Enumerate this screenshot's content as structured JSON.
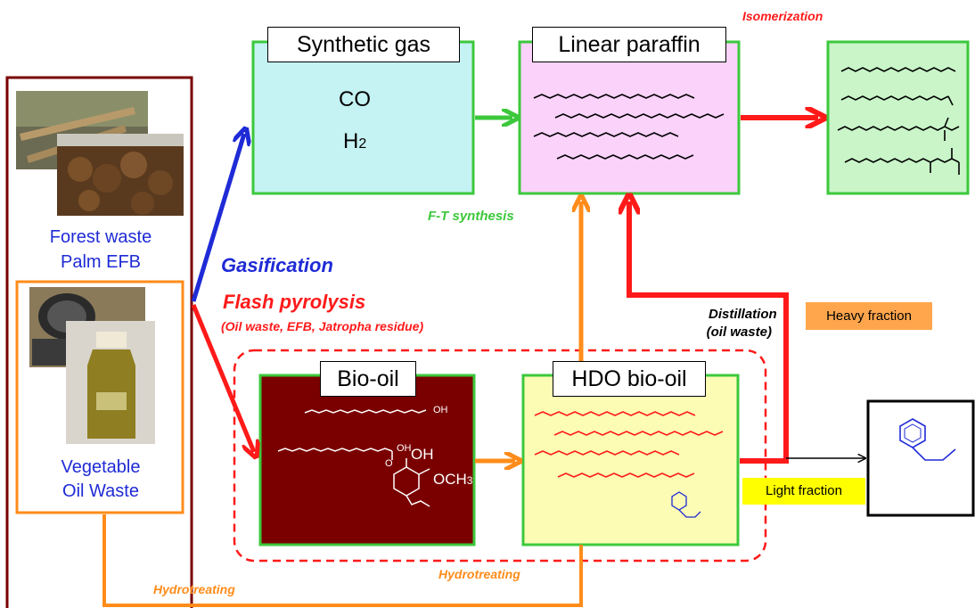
{
  "feedstock": {
    "forest_label_1": "Forest waste",
    "forest_label_2": "Palm EFB",
    "veg_label_1": "Vegetable",
    "veg_label_2": "Oil Waste"
  },
  "processes": {
    "gasification": "Gasification",
    "flash_pyrolysis": "Flash pyrolysis",
    "flash_pyrolysis_note": "(Oil waste, EFB, Jatropha residue)",
    "ft_synthesis": "F-T synthesis",
    "isomerization": "Isomerization",
    "distillation_1": "Distillation",
    "distillation_2": "(oil waste)",
    "hydrotreating_bottom": "Hydrotreating",
    "hydrotreating_middle": "Hydrotreating"
  },
  "boxes": {
    "synthetic_gas": {
      "title": "Synthetic gas",
      "line1": "CO",
      "line2_base": "H",
      "line2_sub": "2"
    },
    "linear_paraffin": {
      "title": "Linear paraffin"
    },
    "bio_oil": {
      "title": "Bio-oil",
      "oh_top": "OH",
      "oh_mid": "OH",
      "o_mid": "O",
      "oh_ring": "OH",
      "och3": "OCH",
      "och3_sub": "3"
    },
    "hdo_bio_oil": {
      "title": "HDO bio-oil"
    }
  },
  "fractions": {
    "heavy": "Heavy fraction",
    "light": "Light fraction"
  },
  "colors": {
    "blue": "#1f2bd6",
    "red": "#ff1a1a",
    "green": "#3cc83c",
    "orange": "#ff8c1a",
    "maroon": "#7a0000",
    "light_blue_fill": "#c5f2f2",
    "pink_fill": "#fad2fa",
    "light_green_fill": "#c9f5c9",
    "yellow_fill": "#fcfcb4",
    "heavy_fill": "#ffa64d",
    "light_fill": "#ffff00"
  }
}
